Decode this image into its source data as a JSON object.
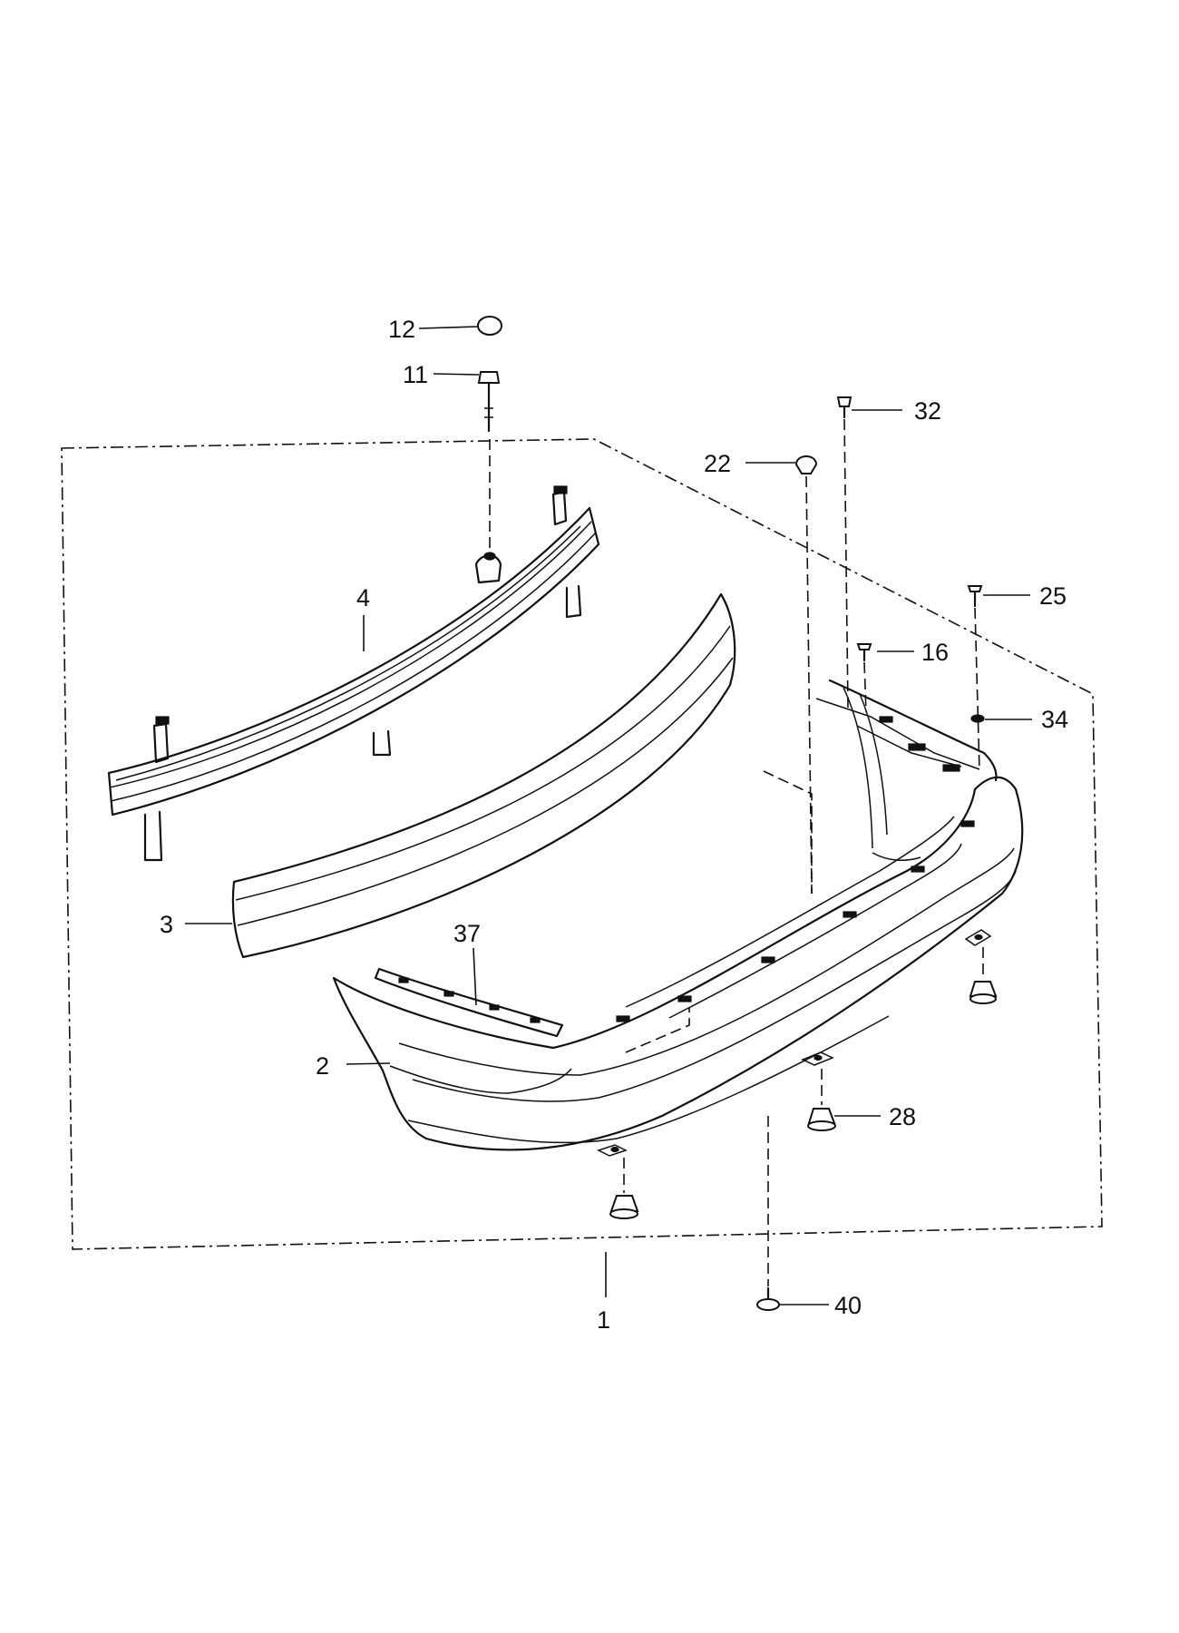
{
  "diagram": {
    "callouts": {
      "c1": "1",
      "c2": "2",
      "c3": "3",
      "c4": "4",
      "c11": "11",
      "c12": "12",
      "c16": "16",
      "c22": "22",
      "c25": "25",
      "c28": "28",
      "c32": "32",
      "c34": "34",
      "c37": "37",
      "c40": "40"
    }
  }
}
